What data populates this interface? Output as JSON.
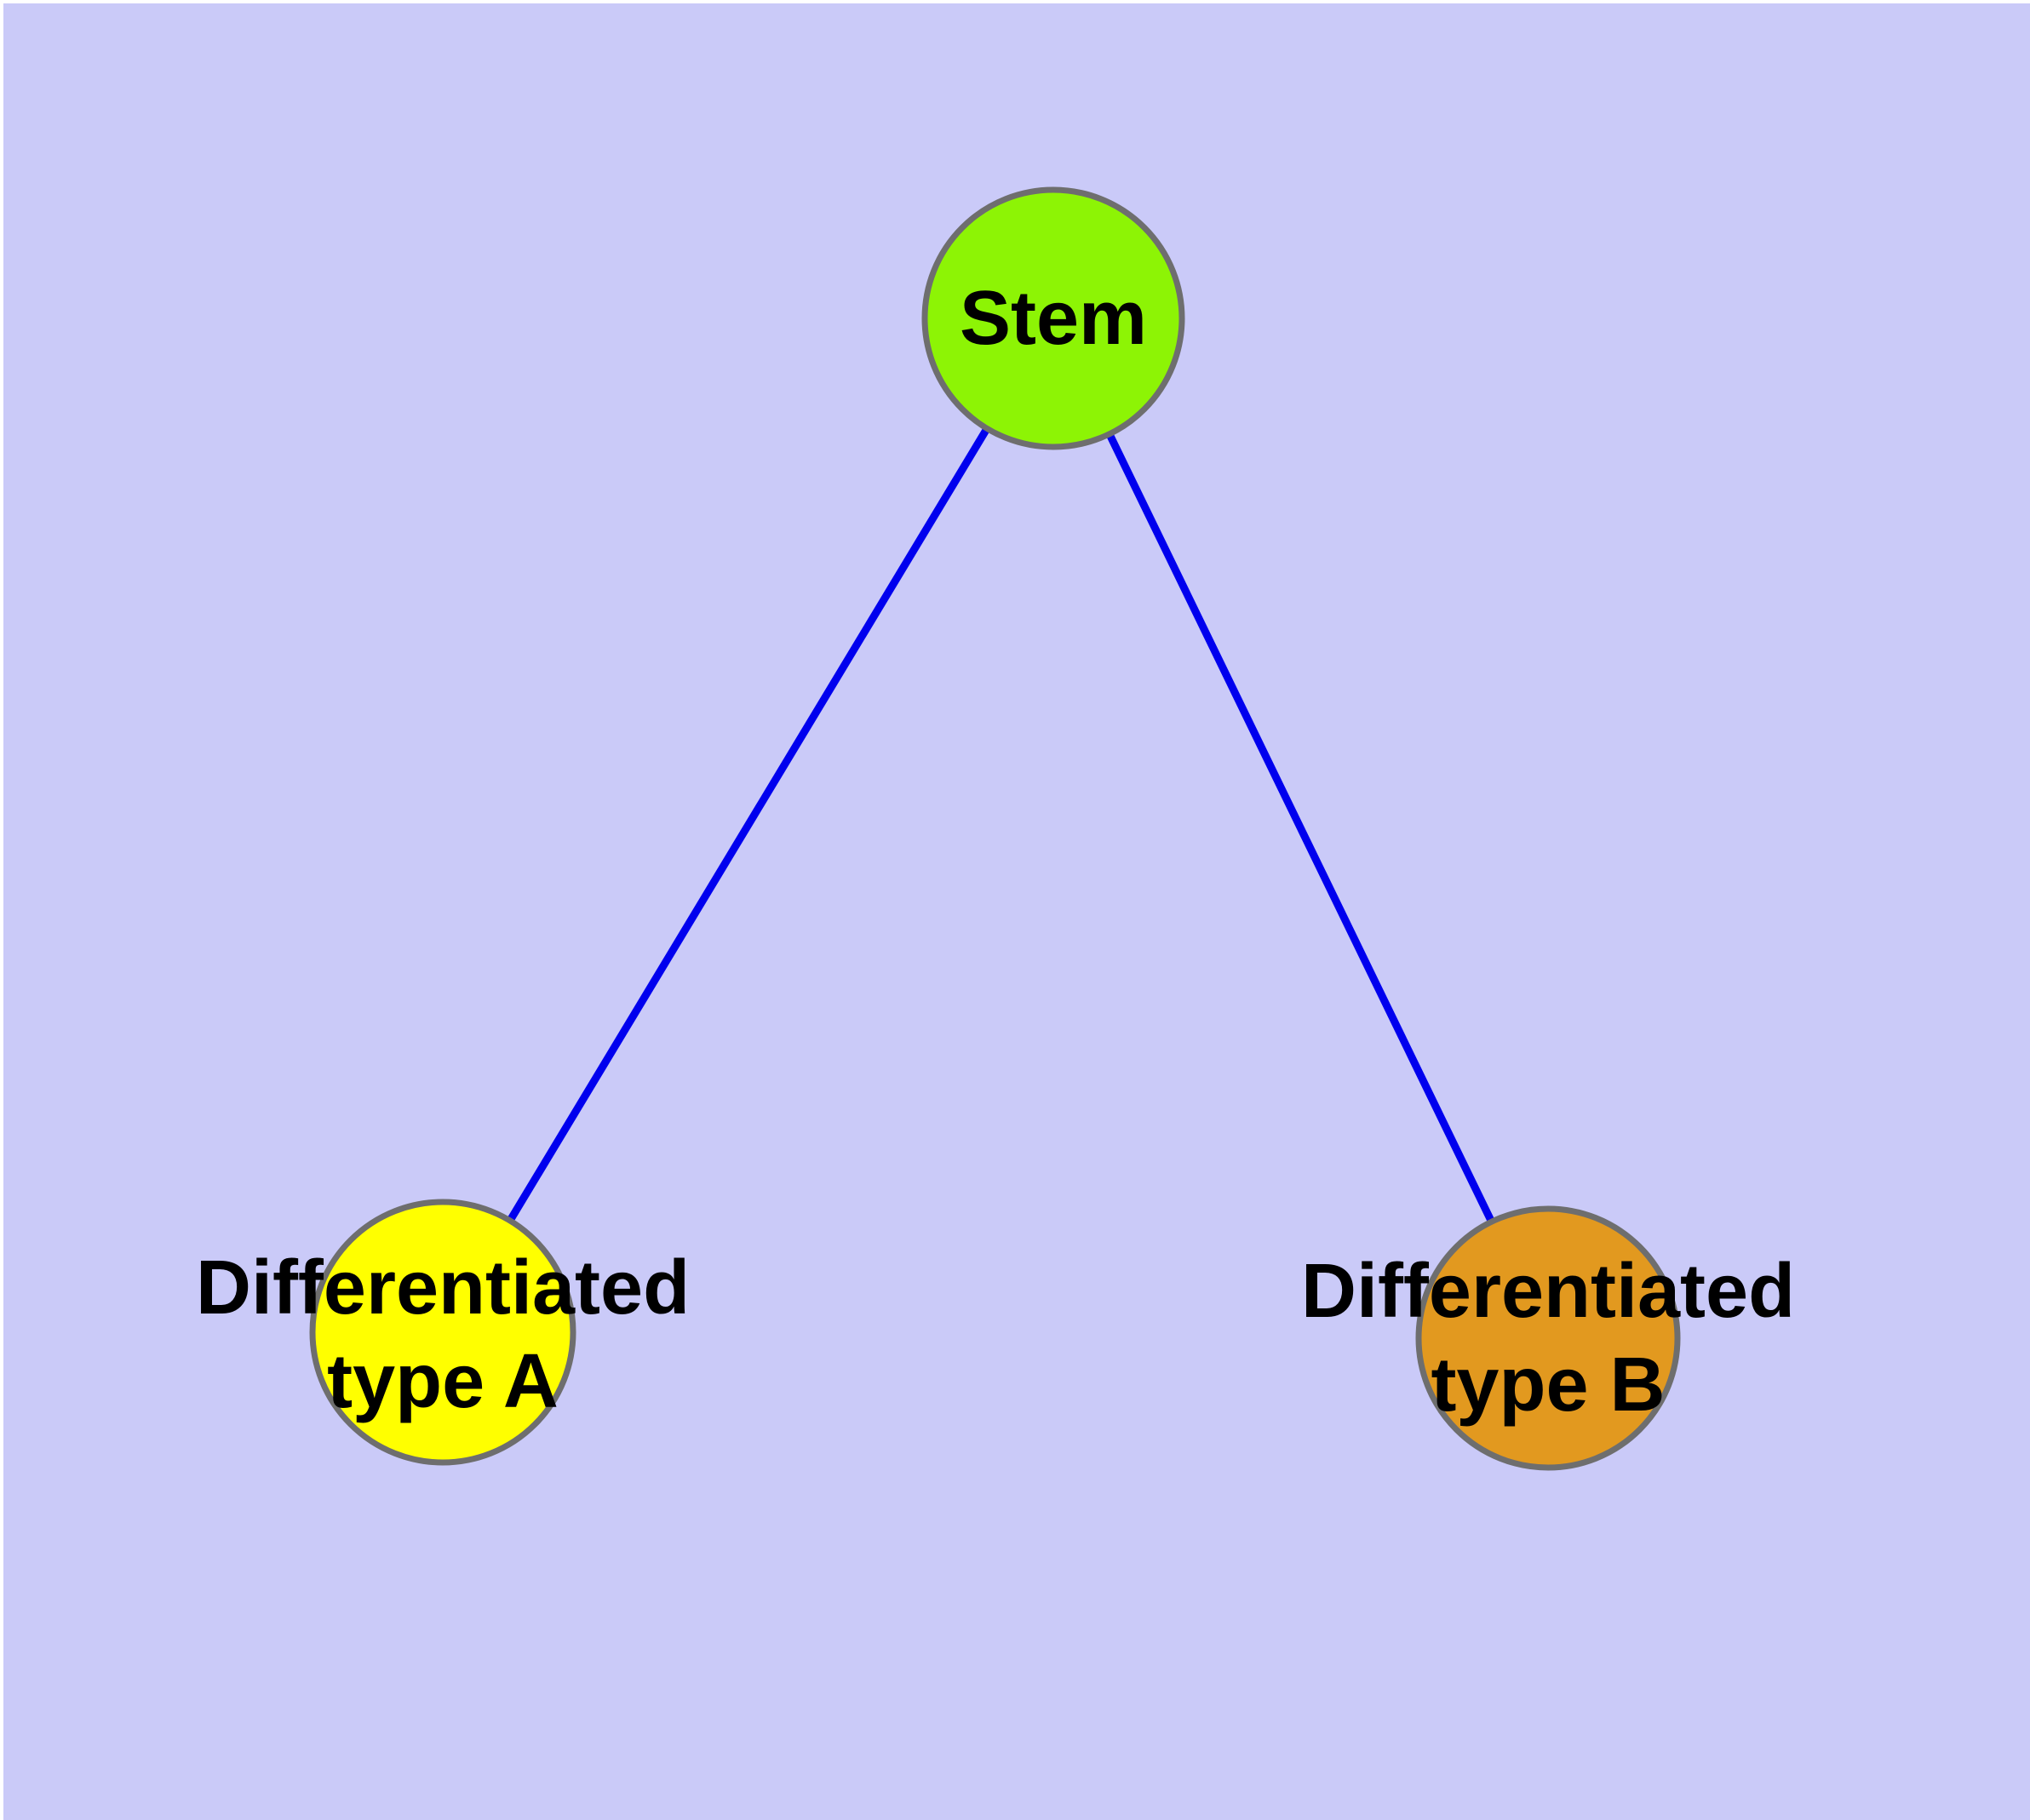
{
  "diagram": {
    "background_color": "#CACAF8",
    "page_border_color": "#FFFFFF",
    "edge_color": "#0000EE",
    "node_border_color": "#6E6E6E",
    "label_text_color": "#000000",
    "nodes": [
      {
        "id": "stem",
        "label": "Stem",
        "fill_color": "#8DF405"
      },
      {
        "id": "differentiated-type-a",
        "label": "Differentiated\ntype A",
        "fill_color": "#FFFF00"
      },
      {
        "id": "differentiated-type-b",
        "label": "Differentiated\ntype B",
        "fill_color": "#E2991F"
      }
    ],
    "edges": [
      {
        "from": "stem",
        "to": "differentiated-type-a"
      },
      {
        "from": "stem",
        "to": "differentiated-type-b"
      }
    ]
  }
}
